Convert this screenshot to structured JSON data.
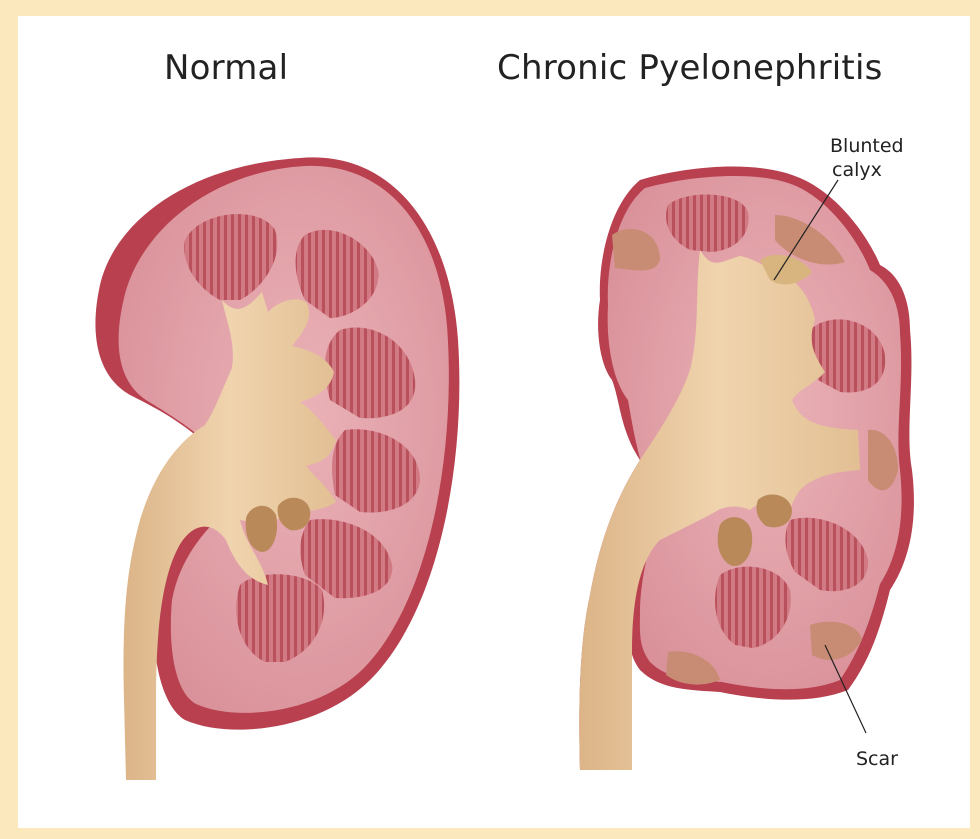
{
  "titles": {
    "normal": "Normal",
    "chronic": "Chronic Pyelonephritis"
  },
  "annotations": {
    "blunted_line1": "Blunted",
    "blunted_line2": "calyx",
    "scar": "Scar"
  },
  "colors": {
    "page_border": "#fce8bd",
    "kidney_capsule": "#b8404f",
    "kidney_cortex": "#d98b94",
    "kidney_interior": "#e6a6ac",
    "pyramid": "#c9646f",
    "pelvis_ureter": "#e8c7a0",
    "scar_patch": "#c88b73"
  }
}
